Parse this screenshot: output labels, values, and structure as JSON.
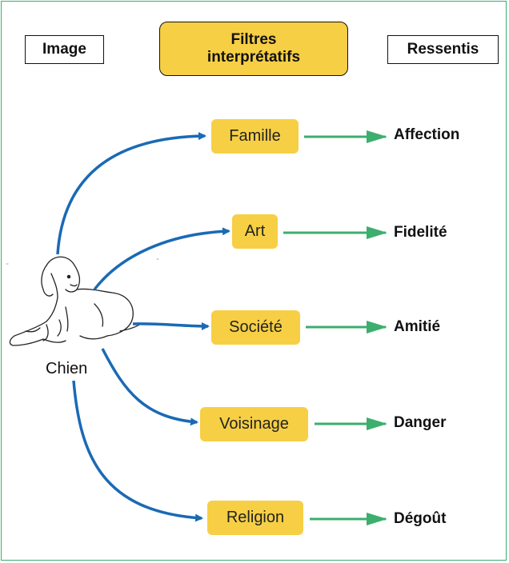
{
  "header": {
    "image_label": "Image",
    "filters_label_line1": "Filtres",
    "filters_label_line2": "interprétatifs",
    "result_label": "Ressentis"
  },
  "source": {
    "label": "Chien",
    "icon": "dog-drawing"
  },
  "rows": [
    {
      "filter": "Famille",
      "result": "Affection"
    },
    {
      "filter": "Art",
      "result": "Fidelité"
    },
    {
      "filter": "Société",
      "result": "Amitié"
    },
    {
      "filter": "Voisinage",
      "result": "Danger"
    },
    {
      "filter": "Religion",
      "result": "Dégoût"
    }
  ],
  "colors": {
    "filter_fill": "#f7cf45",
    "blue_arrow": "#1a6ab5",
    "green_arrow": "#3cae6e",
    "frame": "#3cae6e"
  }
}
